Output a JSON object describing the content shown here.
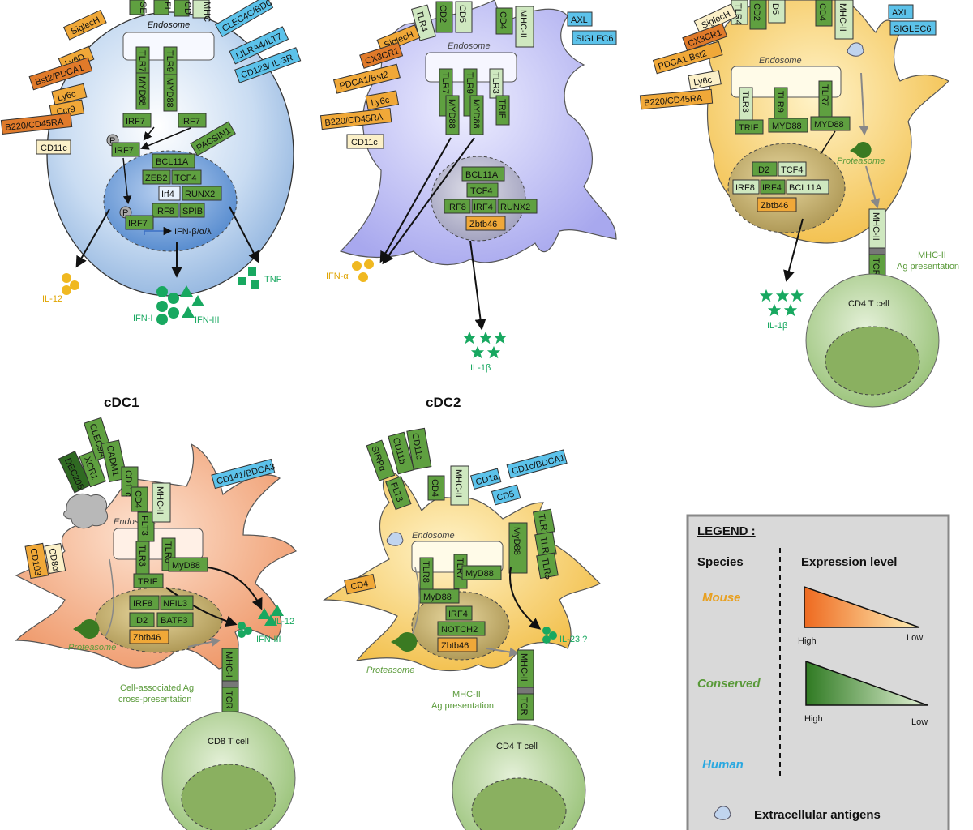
{
  "titles": {
    "cdc1": "cDC1",
    "cdc2": "cDC2"
  },
  "pdc": {
    "endosome": "Endosome",
    "top_markers": [
      "SE",
      "FL",
      "CD",
      "MHC"
    ],
    "mouse_markers": [
      "SiglecH",
      "Ly6D",
      "Bst2/PDCA1",
      "Ly6c",
      "Ccr9",
      "B220/CD45RA",
      "CD11c"
    ],
    "human_markers": [
      "CLEC4C/BDC",
      "LILRA4/ILT7",
      "CD123/ IL-3R"
    ],
    "receptors": [
      "TLR7",
      "TLR9"
    ],
    "adaptors": [
      "MYD88",
      "MYD88"
    ],
    "irf7": [
      "IRF7",
      "IRF7",
      "IRF7",
      "IRF7"
    ],
    "p": "P",
    "pacsin": "PACSIN1",
    "nucleus": [
      "BCL11A",
      "ZEB2",
      "TCF4",
      "Irf4",
      "RUNX2",
      "IRF8",
      "SPIB"
    ],
    "ifn_gene": "IFN-β/α/λ",
    "cytokines": {
      "il12": "IL-12",
      "ifn1": "IFN-I",
      "ifn3": "IFN-III",
      "tnf": "TNF"
    }
  },
  "cell2": {
    "endosome": "Endosome",
    "top_markers": [
      "TLR4",
      "CD2",
      "CD5",
      "CD4",
      "MHC-II"
    ],
    "mouse_markers": [
      "SiglecH",
      "CX3CR1",
      "PDCA1/Bst2",
      "Ly6c",
      "B220/CD45RA",
      "CD11c"
    ],
    "human_markers": [
      "AXL",
      "SIGLEC6"
    ],
    "receptors": [
      "TLR7",
      "TLR9",
      "TLR3"
    ],
    "adaptors": [
      "MYD88",
      "MYD88",
      "TRIF"
    ],
    "nucleus": [
      "BCL11A",
      "TCF4",
      "IRF8",
      "IRF4",
      "RUNX2",
      "Zbtb46"
    ],
    "cytokines": {
      "ifna": "IFN-α",
      "il1b": "IL-1β"
    }
  },
  "cell3": {
    "endosome": "Endosome",
    "top_markers": [
      "TLR4",
      "CD2",
      "D5",
      "CD4",
      "MHC-II"
    ],
    "mouse_markers": [
      "SiglecH",
      "CX3CR1",
      "PDCA1/Bst2",
      "Ly6c",
      "B220/CD45RA"
    ],
    "human_markers": [
      "AXL",
      "SIGLEC6"
    ],
    "receptors": [
      "TLR3",
      "TLR9",
      "TLR7"
    ],
    "adaptors": [
      "TRIF",
      "MYD88",
      "MYD88"
    ],
    "proteasome": "Proteasome",
    "nucleus": [
      "ID2",
      "TCF4",
      "IRF8",
      "IRF4",
      "BCL11A",
      "Zbtb46"
    ],
    "mhc": "MHC-II",
    "tcr": "TCR",
    "presentation": [
      "MHC-II",
      "Ag presentation"
    ],
    "tcell": "CD4 T cell",
    "cytokine": "IL-1β"
  },
  "cdc1": {
    "endosome": "Endosome",
    "markers": [
      "DEC205",
      "XCR1",
      "CLEC9A",
      "CADM1",
      "CD11c",
      "CD4",
      "FLT3",
      "MHC-II"
    ],
    "human_markers": [
      "CD141/BDCA3"
    ],
    "side_markers": [
      "CD103",
      "CD8α"
    ],
    "receptors": [
      "TLR3",
      "TLR8"
    ],
    "adaptors": [
      "TRIF",
      "MyD88"
    ],
    "nucleus": [
      "IRF8",
      "NFIL3",
      "ID2",
      "BATF3",
      "Zbtb46"
    ],
    "proteasome": "Proteasome",
    "mhc": "MHC-I",
    "tcr": "TCR",
    "presentation": [
      "Cell-associated Ag",
      "cross-presentation"
    ],
    "tcell": "CD8 T cell",
    "cytokines": {
      "il12": "IL-12",
      "ifn3": "IFN-III"
    }
  },
  "cdc2": {
    "endosome": "Endosome",
    "markers": [
      "SIRPα",
      "CD11b",
      "CD11c",
      "FLT3",
      "CD4",
      "MHC-II"
    ],
    "human_markers": [
      "CD1a",
      "CD1c/BDCA1",
      "CD5"
    ],
    "side_markers": [
      "CD4"
    ],
    "receptors": [
      "TLR8",
      "TLR7"
    ],
    "adaptors": [
      "MyD88",
      "MyD88"
    ],
    "surface_tlrs": [
      "MyD88",
      "TLR1",
      "TLR2",
      "TLR5"
    ],
    "nucleus": [
      "IRF4",
      "NOTCH2",
      "Zbtb46"
    ],
    "proteasome": "Proteasome",
    "mhc": "MHC-II",
    "tcr": "TCR",
    "presentation": [
      "MHC-II",
      "Ag presentation"
    ],
    "tcell": "CD4 T cell",
    "cytokine": "IL-23 ?"
  },
  "legend": {
    "title": "LEGEND :",
    "species": "Species",
    "expression": "Expression level",
    "mouse": "Mouse",
    "conserved": "Conserved",
    "human": "Human",
    "high1": "High",
    "low1": "Low",
    "high2": "High",
    "low2": "Low",
    "antigens": "Extracellular antigens"
  },
  "colors": {
    "mouse": "#e8a020",
    "conserved": "#5a9a3a",
    "human": "#2aa8e0",
    "box_green": "#5fa040",
    "box_blue": "#5cc2ea",
    "box_orange_dark": "#e07a2a",
    "box_orange": "#f0a838",
    "box_cream": "#fbf0c8"
  }
}
